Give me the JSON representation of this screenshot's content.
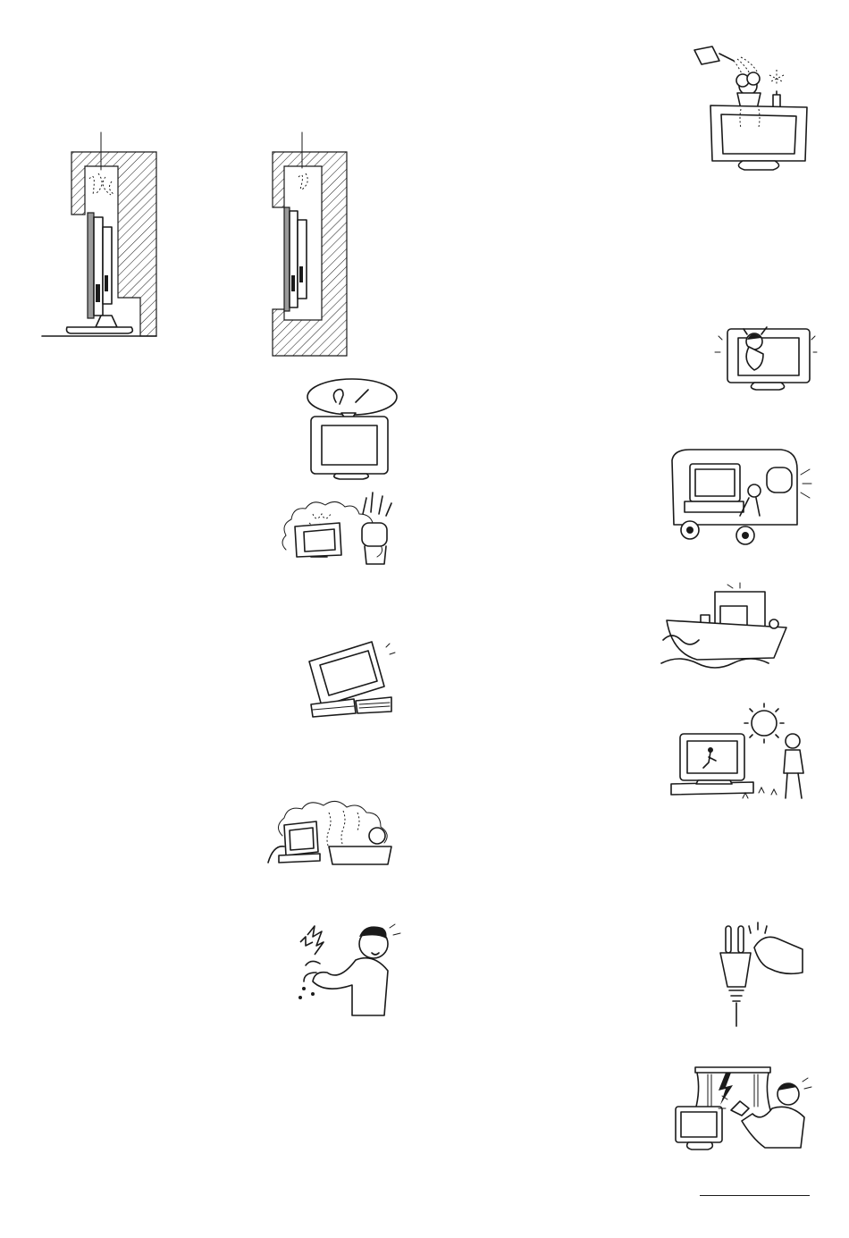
{
  "page": {
    "illustrations": [
      {
        "name": "wall-installation-ventilation-open",
        "icon": "wall-mounted-tv-airflow-icon"
      },
      {
        "name": "wall-installation-ventilation-recessed",
        "icon": "recessed-tv-airflow-icon"
      },
      {
        "name": "small-objects-warning",
        "icon": "paperclip-pin-icon"
      },
      {
        "name": "dust-and-smoke-warning",
        "icon": "dust-smoke-icon"
      },
      {
        "name": "unstable-surface-warning",
        "icon": "tilted-tv-icon"
      },
      {
        "name": "humidity-steam-warning",
        "icon": "bathroom-steam-icon"
      },
      {
        "name": "wet-hands-plug-warning",
        "icon": "electric-shock-icon"
      },
      {
        "name": "liquids-and-candles-warning",
        "icon": "watering-can-candle-icon"
      },
      {
        "name": "child-hanging-warning",
        "icon": "child-on-tv-icon"
      },
      {
        "name": "vehicle-installation-warning",
        "icon": "camper-van-icon"
      },
      {
        "name": "boat-installation-warning",
        "icon": "boat-icon"
      },
      {
        "name": "outdoor-sunlight-warning",
        "icon": "sun-outdoor-icon"
      },
      {
        "name": "clean-plug-warning",
        "icon": "plug-cleaning-icon"
      },
      {
        "name": "lightning-storm-warning",
        "icon": "lightning-storm-icon"
      }
    ]
  }
}
